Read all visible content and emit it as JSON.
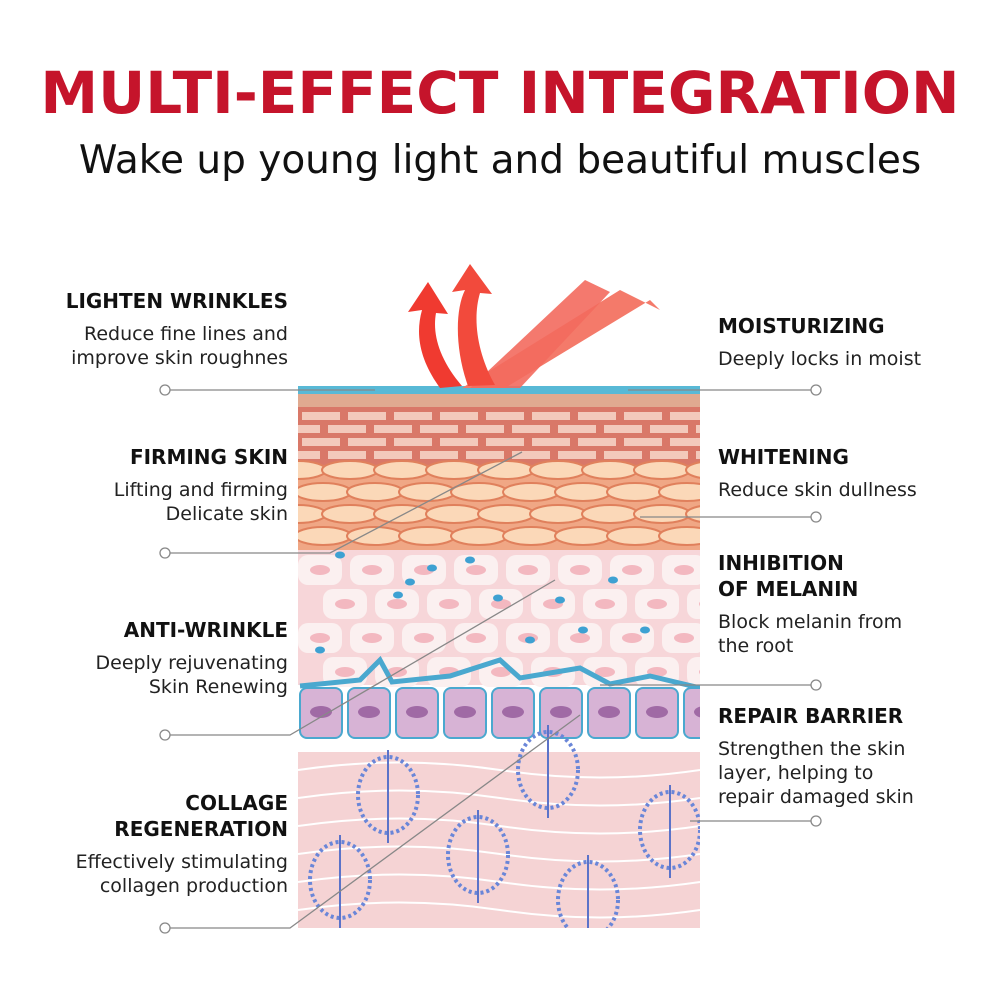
{
  "header": {
    "title": "MULTI-EFFECT INTEGRATION",
    "subtitle": "Wake up young light and beautiful muscles"
  },
  "left": [
    {
      "heading": "LIGHTEN WRINKLES",
      "desc": "Reduce fine lines and\nimprove skin roughnes"
    },
    {
      "heading": "FIRMING SKIN",
      "desc": "Lifting and firming\nDelicate skin"
    },
    {
      "heading": "ANTI-WRINKLE",
      "desc": "Deeply rejuvenating\nSkin Renewing"
    },
    {
      "heading": "COLLAGE\nREGENERATION",
      "desc": "Effectively stimulating\ncollagen production"
    }
  ],
  "right": [
    {
      "heading": "MOISTURIZING",
      "desc": "Deeply locks in moist"
    },
    {
      "heading": "WHITENING",
      "desc": "Reduce skin dullness"
    },
    {
      "heading": "INHIBITION\nOF MELANIN",
      "desc": "Block melanin from\nthe root"
    },
    {
      "heading": "REPAIR BARRIER",
      "desc": "Strengthen the skin\nlayer, helping to\nrepair damaged skin"
    }
  ],
  "colors": {
    "title": "#c5142b",
    "arrow": "#f2564a",
    "connector": "#888888"
  }
}
